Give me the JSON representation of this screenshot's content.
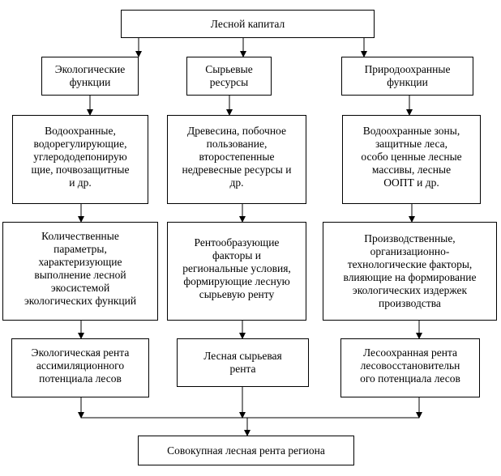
{
  "diagram": {
    "root": "Лесной капитал",
    "columns": [
      {
        "category": "Экологические\nфункции",
        "examples": "Водоохранные,\nводорегулирующие,\nуглерододепониру­ю\nщие, почвозащитные\nи др.",
        "factors": "Количественные\nпараметры,\nхарактеризующие\nвыполнение лесной\nэкосистемой\nэкологических функций",
        "rent": "Экологическая рента\nассимиляционного\nпотенциала лесов"
      },
      {
        "category": "Сырьевые\nресурсы",
        "examples": "Древесина, побочное\nпользование,\nвторостепенные\nнедревесные ресурсы и\nдр.",
        "factors": "Рентообразующие\nфакторы и\nрегиональные условия,\nформирующие лесную\nсырьевую ренту",
        "rent": "Лесная сырьевая\nрента"
      },
      {
        "category": "Природоохранные\nфункции",
        "examples": "Водоохранные зоны,\nзащитные леса,\nособо ценные лесные\nмассивы, лесные\nООПТ и др.",
        "factors": "Производственные,\nорганизационно-\nтехнологические  факторы,\nвлияющие на формирование\nэкологических издержек\nпроизводства",
        "rent": "Лесоохранная рента\nлесовосстановительн\nого потенциала лесов"
      }
    ],
    "total": "Совокупная лесная рента региона"
  }
}
